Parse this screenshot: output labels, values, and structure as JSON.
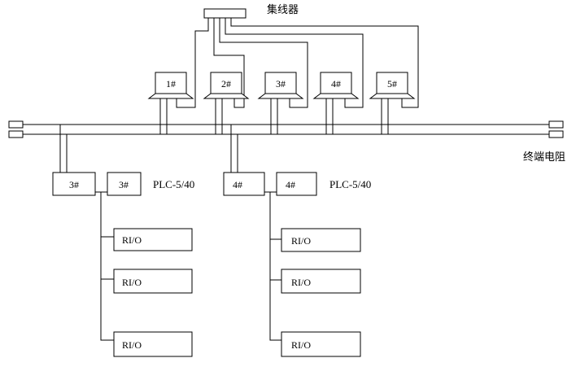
{
  "hub": {
    "label": "集线器"
  },
  "terminator": {
    "label": "终端电阻"
  },
  "workstations": [
    "1#",
    "2#",
    "3#",
    "4#",
    "5#"
  ],
  "plc_groups": [
    {
      "processor_a": "3#",
      "processor_b": "3#",
      "model": "PLC-5/40",
      "rio_modules": [
        "RI/O",
        "RI/O",
        "RI/O"
      ]
    },
    {
      "processor_a": "4#",
      "processor_b": "4#",
      "model": "PLC-5/40",
      "rio_modules": [
        "RI/O",
        "RI/O",
        "RI/O"
      ]
    }
  ]
}
